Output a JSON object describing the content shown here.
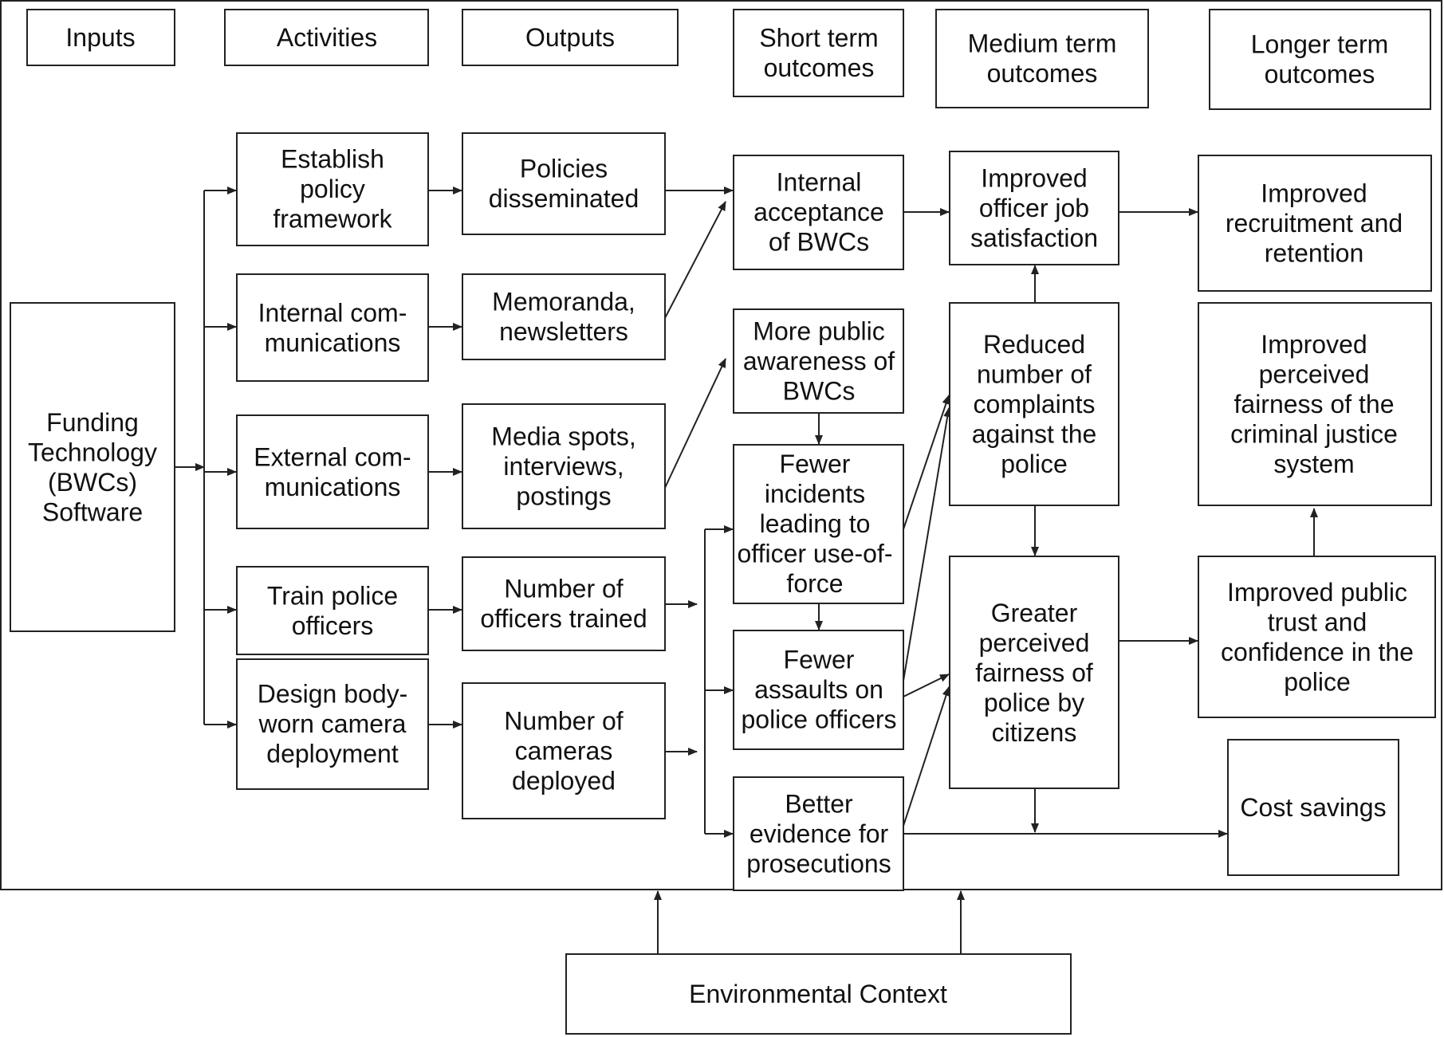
{
  "headers": [
    {
      "id": "h-inputs",
      "lines": [
        "Inputs"
      ]
    },
    {
      "id": "h-activities",
      "lines": [
        "Activities"
      ]
    },
    {
      "id": "h-outputs",
      "lines": [
        "Outputs"
      ]
    },
    {
      "id": "h-short",
      "lines": [
        "Short term",
        "outcomes"
      ]
    },
    {
      "id": "h-medium",
      "lines": [
        "Medium term",
        "outcomes"
      ]
    },
    {
      "id": "h-longer",
      "lines": [
        "Longer term",
        "outcomes"
      ]
    }
  ],
  "nodes": [
    {
      "id": "funding",
      "lines": [
        "Funding",
        "Technology",
        "(BWCs)",
        "Software"
      ]
    },
    {
      "id": "establish-policy",
      "lines": [
        "Establish",
        "policy",
        "framework"
      ]
    },
    {
      "id": "internal-comm",
      "lines": [
        "Internal com-",
        "munications"
      ]
    },
    {
      "id": "external-comm",
      "lines": [
        "External com-",
        "munications"
      ]
    },
    {
      "id": "train-officers",
      "lines": [
        "Train police",
        "officers"
      ]
    },
    {
      "id": "design-deployment",
      "lines": [
        "Design body-",
        "worn camera",
        "deployment"
      ]
    },
    {
      "id": "policies-disseminated",
      "lines": [
        "Policies",
        "disseminated"
      ]
    },
    {
      "id": "memoranda",
      "lines": [
        "Memoranda,",
        "newsletters"
      ]
    },
    {
      "id": "media-spots",
      "lines": [
        "Media spots,",
        "interviews,",
        "postings"
      ]
    },
    {
      "id": "officers-trained",
      "lines": [
        "Number of",
        "officers trained"
      ]
    },
    {
      "id": "cameras-deployed",
      "lines": [
        "Number of",
        "cameras",
        "deployed"
      ]
    },
    {
      "id": "internal-acceptance",
      "lines": [
        "Internal",
        "acceptance",
        "of BWCs"
      ]
    },
    {
      "id": "public-awareness",
      "lines": [
        "More public",
        "awareness of",
        "BWCs"
      ]
    },
    {
      "id": "fewer-incidents",
      "lines": [
        "Fewer",
        "incidents",
        "leading to",
        "officer use-of-",
        "force"
      ]
    },
    {
      "id": "fewer-assaults",
      "lines": [
        "Fewer",
        "assaults on",
        "police officers"
      ]
    },
    {
      "id": "better-evidence",
      "lines": [
        "Better",
        "evidence for",
        "prosecutions"
      ]
    },
    {
      "id": "job-satisfaction",
      "lines": [
        "Improved",
        "officer job",
        "satisfaction"
      ]
    },
    {
      "id": "reduced-complaints",
      "lines": [
        "Reduced",
        "number of",
        "complaints",
        "against the",
        "police"
      ]
    },
    {
      "id": "greater-fairness",
      "lines": [
        "Greater",
        "perceived",
        "fairness of",
        "police by",
        "citizens"
      ]
    },
    {
      "id": "recruitment",
      "lines": [
        "Improved",
        "recruitment and",
        "retention"
      ]
    },
    {
      "id": "justice-fairness",
      "lines": [
        "Improved",
        "perceived",
        "fairness of the",
        "criminal justice",
        "system"
      ]
    },
    {
      "id": "public-trust",
      "lines": [
        "Improved public",
        "trust and",
        "confidence in the",
        "police"
      ]
    },
    {
      "id": "cost-savings",
      "lines": [
        "Cost savings"
      ]
    },
    {
      "id": "environmental-context",
      "lines": [
        "Environmental Context"
      ]
    }
  ]
}
